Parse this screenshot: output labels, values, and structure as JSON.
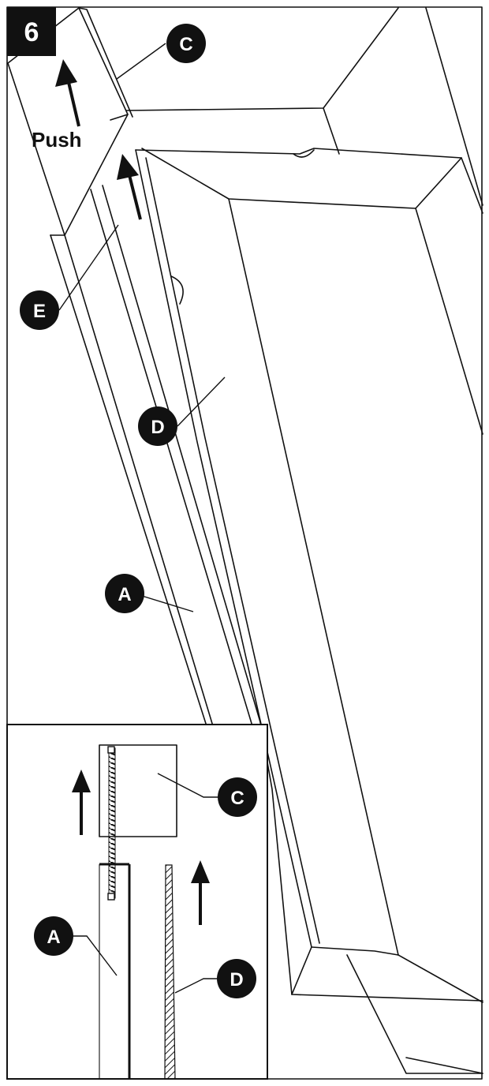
{
  "step": {
    "number": "6"
  },
  "instruction": {
    "push": "Push"
  },
  "callouts": {
    "main": {
      "c": "C",
      "e": "E",
      "d": "D",
      "a": "A"
    },
    "detail": {
      "c": "C",
      "a": "A",
      "d": "D"
    }
  },
  "colors": {
    "ink": "#111111",
    "paper": "#ffffff"
  }
}
